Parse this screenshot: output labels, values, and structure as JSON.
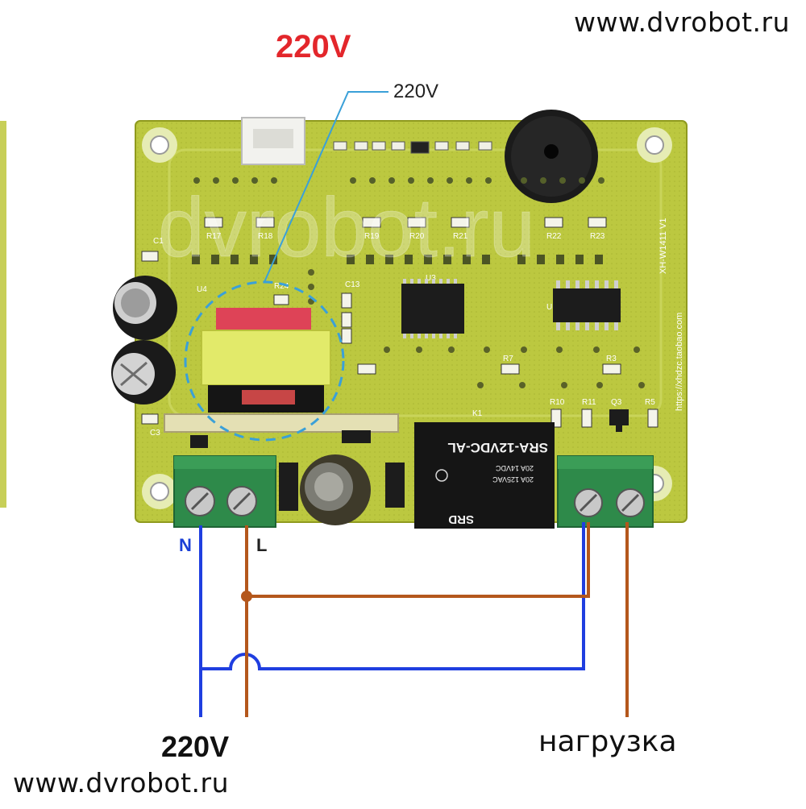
{
  "watermark": {
    "url_top": "www.dvrobot.ru",
    "url_bottom": "www.dvrobot.ru",
    "board_watermark": "dvrobot.ru"
  },
  "labels": {
    "title_voltage": "220V",
    "callout_voltage": "220V",
    "neutral": "N",
    "live": "L",
    "supply_voltage": "220V",
    "load": "нагрузка"
  },
  "board": {
    "relay_model": "SRA-12VDC-AL",
    "relay_brand": "SRD",
    "relay_rating_1": "20A 14VDC",
    "relay_rating_2": "20A 125VAC",
    "silk_side": "XH-W1411 V1",
    "silk_url": "https://xhdzc.taobao.com",
    "ref_r17": "R17",
    "ref_r18": "R18",
    "ref_r19": "R19",
    "ref_r20": "R20",
    "ref_r21": "R21",
    "ref_r22": "R22",
    "ref_r23": "R23",
    "ref_r24": "R24",
    "ref_r7": "R7",
    "ref_r3": "R3",
    "ref_r10": "R10",
    "ref_r11": "R11",
    "ref_q3": "Q3",
    "ref_r5": "R5",
    "ref_u3": "U3",
    "ref_u4": "U4",
    "ref_u1": "U1",
    "ref_c1": "C1",
    "ref_c3": "C3",
    "ref_c13": "C13",
    "ref_k1": "K1"
  },
  "colors": {
    "pcb": "#b8c43a",
    "pcb_dark": "#8f9a1e",
    "terminal": "#2e8a4a",
    "neutral_wire": "#1f3ee0",
    "live_wire": "#b4571c",
    "callout": "#3aa0d8",
    "title_red": "#e3262b"
  }
}
